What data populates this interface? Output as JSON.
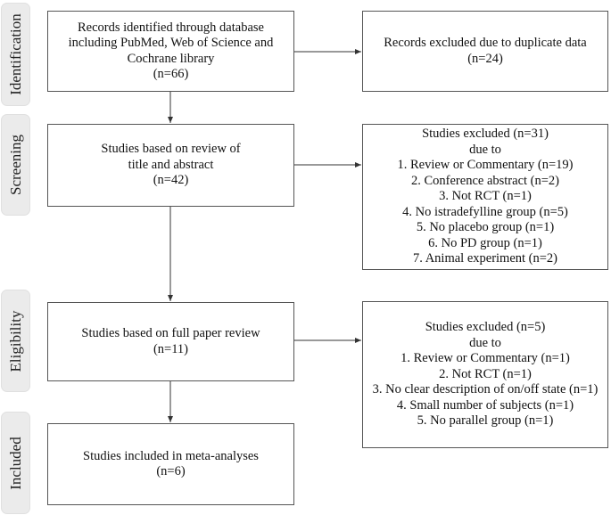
{
  "sidebar": {
    "identification": "Identification",
    "screening": "Screening",
    "eligibility": "Eligibility",
    "included": "Included"
  },
  "boxes": {
    "identified": [
      "Records identified through database",
      "including PubMed, Web of Science and",
      "Cochrane library",
      "(n=66)"
    ],
    "duplicates": [
      "Records excluded due to duplicate data",
      "(n=24)"
    ],
    "screened": [
      "Studies based on review of",
      "title and abstract",
      "(n=42)"
    ],
    "screen_excluded": [
      "Studies excluded (n=31)",
      "due to",
      "1. Review or Commentary (n=19)",
      "2. Conference abstract (n=2)",
      "3. Not RCT (n=1)",
      "4. No istradefylline group (n=5)",
      "5. No placebo group (n=1)",
      "6. No PD group (n=1)",
      "7. Animal experiment (n=2)"
    ],
    "fulltext": [
      "Studies based on full paper review",
      "(n=11)"
    ],
    "fulltext_excluded": [
      "Studies excluded (n=5)",
      "due to",
      "1. Review or Commentary (n=1)",
      "2. Not RCT (n=1)",
      "3. No clear description of on/off state (n=1)",
      "4.    Small number of subjects (n=1)",
      "5.    No parallel group (n=1)"
    ],
    "included": [
      "Studies included in meta-analyses",
      "(n=6)"
    ]
  },
  "colors": {
    "sidebar_bg": "#ebebeb",
    "border": "#555555",
    "arrow": "#333333"
  }
}
